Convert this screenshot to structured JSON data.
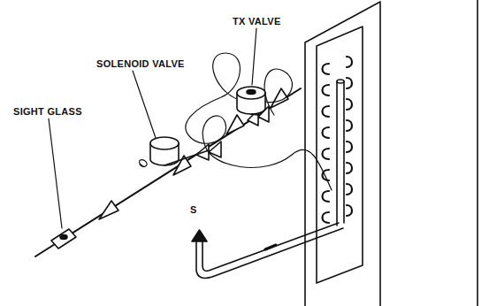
{
  "diagram": {
    "labels": [
      "TX VALVE",
      "SOLENOID VALVE",
      "SIGHT GLASS",
      "S"
    ]
  }
}
